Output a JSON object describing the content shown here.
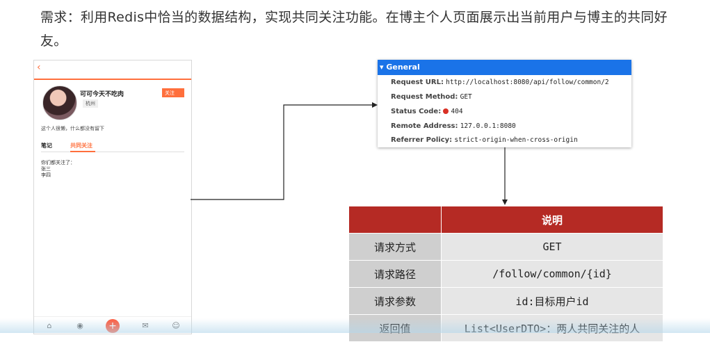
{
  "requirement": {
    "text": "需求：利用Redis中恰当的数据结构，实现共同关注功能。在博主个人页面展示出当前用户与博主的共同好友。"
  },
  "phone": {
    "back_icon": "‹",
    "username": "可可今天不吃肉",
    "city": "杭州",
    "follow_label": "关注",
    "bio": "这个人很懒，什么都没有留下",
    "tabs": [
      "笔记",
      "共同关注"
    ],
    "common_header": "你们都关注了：",
    "common_users": [
      "张三",
      "李四"
    ],
    "nav": [
      "home-icon",
      "location-icon",
      "plus-icon",
      "message-icon",
      "user-icon"
    ],
    "nav_glyphs": [
      "⌂",
      "◉",
      "+",
      "✉",
      "☺"
    ]
  },
  "general": {
    "title": "▾ General",
    "rows": [
      {
        "key": "Request URL:",
        "value": "http://localhost:8080/api/follow/common/2"
      },
      {
        "key": "Request Method:",
        "value": "GET"
      },
      {
        "key": "Status Code:",
        "value": "404"
      },
      {
        "key": "Remote Address:",
        "value": "127.0.0.1:8080"
      },
      {
        "key": "Referrer Policy:",
        "value": "strict-origin-when-cross-origin"
      }
    ]
  },
  "spec_table": {
    "header": [
      "",
      "说明"
    ],
    "rows": [
      {
        "key": "请求方式",
        "value": "GET"
      },
      {
        "key": "请求路径",
        "value": "/follow/common/{id}"
      },
      {
        "key": "请求参数",
        "value": "id:目标用户id"
      },
      {
        "key": "返回值",
        "value": "List<UserDTO>：两人共同关注的人"
      }
    ]
  },
  "colors": {
    "accent": "#ff6f3c",
    "devtools_blue": "#1a73e8",
    "table_header": "#b52a24",
    "status_red": "#d93025"
  }
}
